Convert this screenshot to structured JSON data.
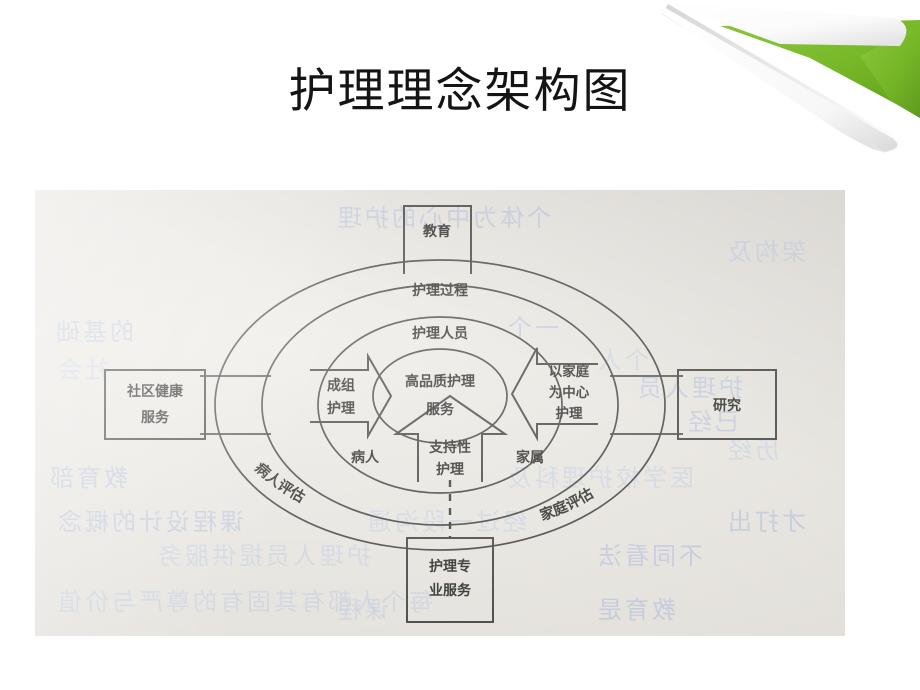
{
  "slide": {
    "title": "护理理念架构图",
    "background_color": "#ffffff",
    "title_color": "#141414"
  },
  "decoration": {
    "page_curl_name": "page-curl-decoration",
    "accent_color": "#76b828",
    "accent_color_dark": "#5f9a1d",
    "paper_color": "#ffffff"
  },
  "figure": {
    "paper_color": "#ebe8e2",
    "ink_color": "#2e2e2c",
    "bleed_color": "#b8c4de",
    "bleed_lines": [
      "个体为中心的护理",
      "架构及",
      "的基础",
      "一个",
      "个人",
      "护理人员",
      "课程",
      "已经",
      "历经",
      "社会",
      "教育部",
      "医学校护理科及",
      "课程设计的概念",
      "经过一段沟通",
      "才打出",
      "每个人都有其固有的尊严与价值",
      "护理人员提供服务",
      "不同看法",
      "教育是"
    ]
  },
  "chart_data": {
    "type": "diagram",
    "title": "护理理念架构图",
    "diagram_kind": "concentric-ellipse-framework",
    "center": {
      "label": "高品质护理服务",
      "lines": [
        "高品质护理",
        "服务"
      ],
      "shape": "ellipse"
    },
    "rings": [
      {
        "index": 1,
        "label": "护理人员",
        "shape": "ellipse"
      },
      {
        "index": 2,
        "label": "护理过程",
        "shape": "ellipse"
      },
      {
        "index": 3,
        "label": "",
        "shape": "ellipse"
      }
    ],
    "arc_labels": [
      {
        "label": "病人评估",
        "position": "outer-ring-bottom-left"
      },
      {
        "label": "家庭评估",
        "position": "outer-ring-bottom-right"
      }
    ],
    "inner_labels": [
      {
        "label": "病人",
        "position": "inner-ring-bottom-left"
      },
      {
        "label": "家属",
        "position": "inner-ring-bottom-right"
      }
    ],
    "arrows": [
      {
        "label": "成组护理",
        "lines": [
          "成组",
          "护理"
        ],
        "direction": "right",
        "position": "left-of-center"
      },
      {
        "label": "以家庭为中心护理",
        "lines": [
          "以家庭",
          "为中心",
          "护理"
        ],
        "direction": "left",
        "position": "right-of-center"
      },
      {
        "label": "支持性护理",
        "lines": [
          "支持性",
          "护理"
        ],
        "direction": "up",
        "position": "below-center"
      }
    ],
    "boxes": [
      {
        "label": "教育",
        "lines": [
          "教育"
        ],
        "position": "top",
        "shape": "open-bottom-rect"
      },
      {
        "label": "社区健康服务",
        "lines": [
          "社区健康",
          "服务"
        ],
        "position": "left",
        "shape": "rect"
      },
      {
        "label": "研究",
        "lines": [
          "研究"
        ],
        "position": "right",
        "shape": "rect"
      },
      {
        "label": "护理专业服务",
        "lines": [
          "护理专",
          "业服务"
        ],
        "position": "bottom",
        "shape": "rect"
      }
    ],
    "connectors": [
      {
        "from": "教育",
        "to": "护理过程",
        "style": "double-solid-vertical"
      },
      {
        "from": "社区健康服务",
        "to": "outer-ellipse",
        "style": "double-solid-horizontal"
      },
      {
        "from": "研究",
        "to": "outer-ellipse",
        "style": "double-solid-horizontal"
      },
      {
        "from": "支持性护理",
        "to": "护理专业服务",
        "style": "dashed-vertical"
      }
    ]
  }
}
